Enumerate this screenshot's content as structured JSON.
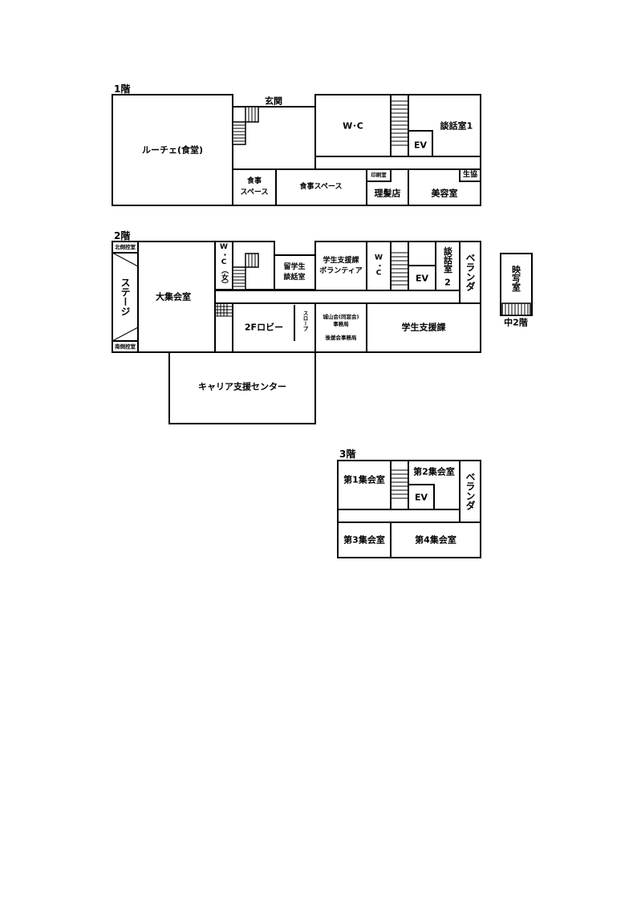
{
  "floors": {
    "f1": {
      "title": "1階",
      "rooms": {
        "luche": "ルーチェ(食堂)",
        "entrance": "玄関",
        "wc": "W･C",
        "consult1": "談話室1",
        "ev": "EV",
        "dining_small_1": "食事",
        "dining_small_2": "スペース",
        "dining": "食事スペース",
        "print": "印刷室",
        "coop": "生協",
        "barber": "理髪店",
        "beauty": "美容室"
      }
    },
    "f2": {
      "title": "2階",
      "rooms": {
        "north_prep": "北側控室",
        "south_prep": "南側控室",
        "stage": "ステージ",
        "hall": "大集会室",
        "wc_women": "W・C（女）",
        "intl_1": "留学生",
        "intl_2": "談話室",
        "volunteer_1": "学生支援課",
        "volunteer_2": "ボランティア",
        "wc": "W・C",
        "ev": "EV",
        "consult2_v": "談話室",
        "consult2_n": "2",
        "veranda": "ベランダ",
        "lobby": "2Fロビー",
        "slope": "スロープ",
        "alumni_1": "城山会(同窓会)",
        "alumni_2": "事務局",
        "supporters": "後援会事務局",
        "student_support": "学生支援課",
        "career": "キャリア支援センター"
      }
    },
    "f2m": {
      "title": "中2階",
      "rooms": {
        "projection": "映写室"
      }
    },
    "f3": {
      "title": "3階",
      "rooms": {
        "meeting1": "第1集会室",
        "meeting2": "第2集会室",
        "ev": "EV",
        "veranda": "ベランダ",
        "meeting3": "第3集会室",
        "meeting4": "第4集会室"
      }
    }
  }
}
